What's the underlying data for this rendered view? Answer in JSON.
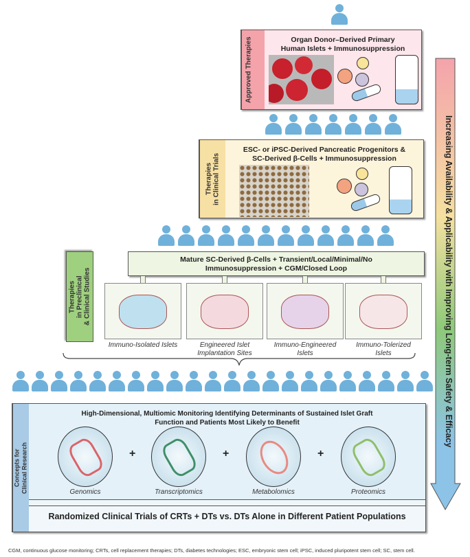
{
  "people_rows": [
    1,
    7,
    12,
    22
  ],
  "colors": {
    "person": "#6fb1da",
    "approved": "#f4a3ab",
    "clinical": "#f7e0a3",
    "preclinical": "#9fd07f",
    "concepts": "#a9cbe6"
  },
  "approved": {
    "label": "Approved Therapies",
    "title_line1": "Organ Donor–Derived Primary",
    "title_line2": "Human Islets + Immunosuppression"
  },
  "clinical": {
    "label_line1": "Therapies",
    "label_line2": "in Clinical Trials",
    "title_line1": "ESC- or iPSC-Derived Pancreatic Progenitors &",
    "title_line2": "SC-Derived β-Cells + Immunosuppression"
  },
  "preclinical": {
    "label_line1": "Therapies",
    "label_line2": "in Preclinical",
    "label_line3": "& Clinical Studies",
    "title_line1": "Mature SC-Derived β-Cells + Transient/Local/Minimal/No",
    "title_line2": "Immunosuppression + CGM/Closed Loop",
    "panels": [
      {
        "line1": "Immuno-Isolated Islets",
        "line2": ""
      },
      {
        "line1": "Engineered Islet",
        "line2": "Implantation Sites"
      },
      {
        "line1": "Immuno-Engineered",
        "line2": "Islets"
      },
      {
        "line1": "Immuno-Tolerized",
        "line2": "Islets"
      }
    ]
  },
  "concepts": {
    "label_line1": "Concepts for",
    "label_line2": "Clinical Research",
    "title_line1": "High-Dimensional, Multiomic Monitoring Identifying Determinants of Sustained Islet Graft",
    "title_line2": "Function and Patients Most Likely to Benefit",
    "omics": [
      "Genomics",
      "Transcriptomics",
      "Metabolomics",
      "Proteomics"
    ],
    "plus": "+",
    "trials": "Randomized Clinical Trials of CRTs + DTs vs. DTs Alone in Different Patient Populations"
  },
  "arrow_label": "Increasing Availability & Applicability with Improving Long-term Safety & Efficacy",
  "footnote": "CGM, continuous glucose monitoring; CRTs, cell replacement therapies; DTs, diabetes technologies; ESC, embryonic stem cell; iPSC, induced pluripotent stem cell; SC, stem cell."
}
